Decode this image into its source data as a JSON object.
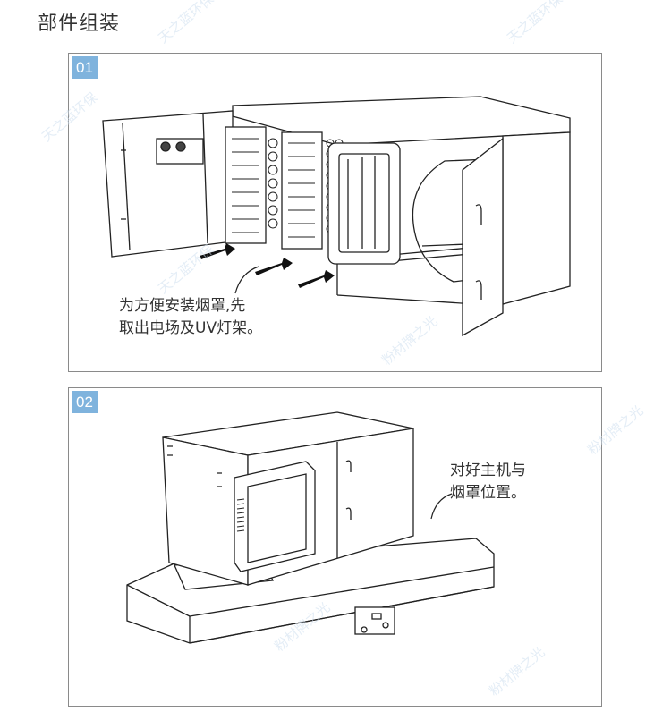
{
  "page": {
    "section_title": "部件组装"
  },
  "steps": [
    {
      "badge": "01",
      "caption_lines": [
        "为方便安装烟罩,先",
        "取出电场及UV灯架。"
      ],
      "illustration": "purifier-with-doors-open-removing-electric-field-and-uv-lamp-rack"
    },
    {
      "badge": "02",
      "caption_lines": [
        "对好主机与",
        "烟罩位置。"
      ],
      "illustration": "purifier-mounted-on-range-hood"
    }
  ],
  "colors": {
    "badge_bg": "#7fb3dd",
    "border": "#8a8a8a",
    "text": "#333333",
    "watermark": "#cfe0f0"
  },
  "watermarks": [
    "天之蓝环保",
    "粉材牌之光"
  ]
}
